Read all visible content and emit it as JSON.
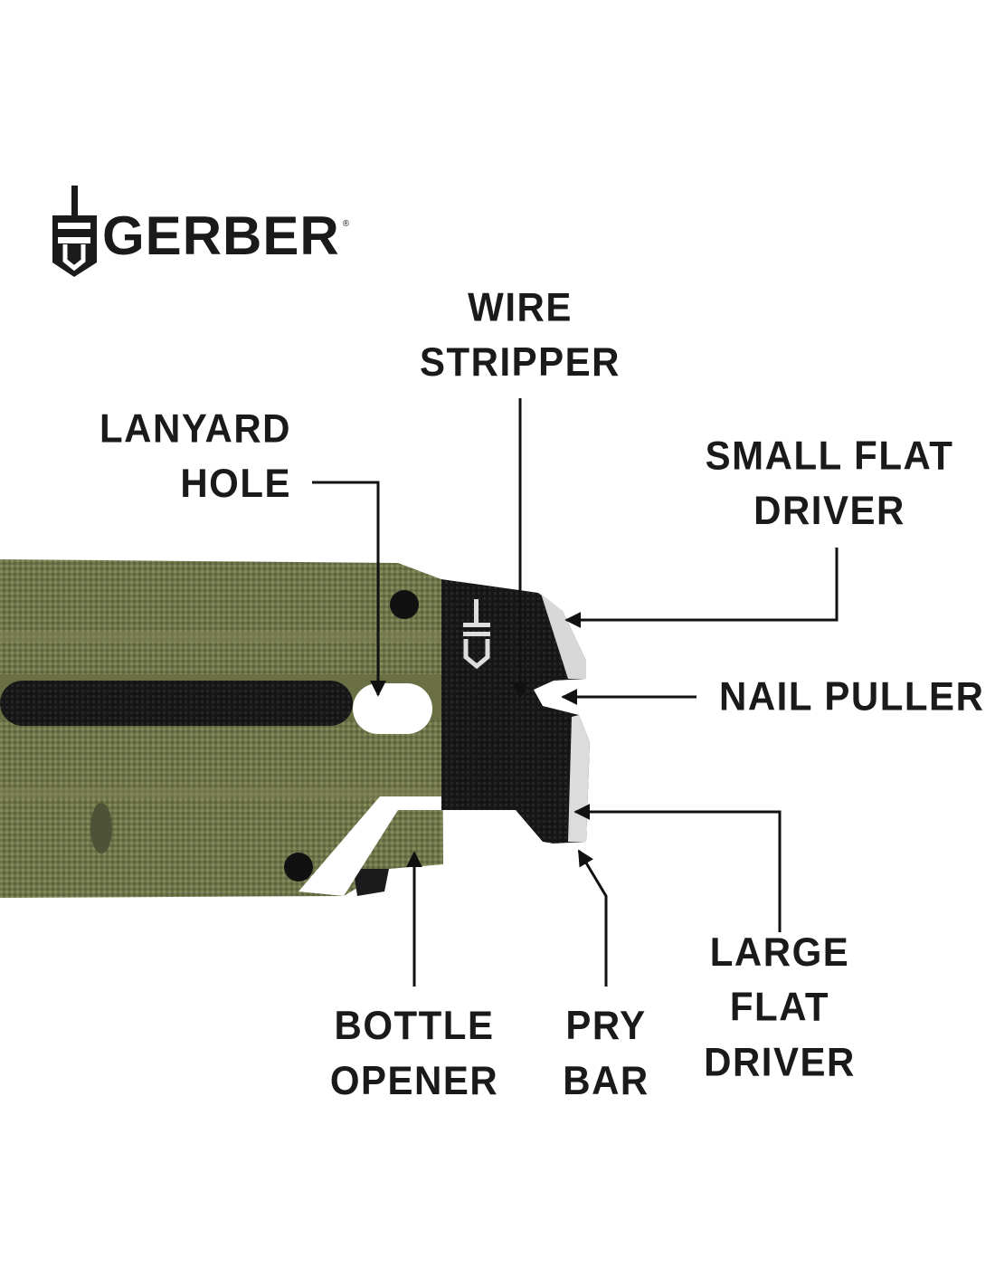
{
  "logo": {
    "text": "GERBER",
    "registered": "®",
    "icon": "gerber-sword-shield-icon"
  },
  "labels": {
    "wire_stripper": [
      "WIRE",
      "STRIPPER"
    ],
    "lanyard_hole": [
      "LANYARD",
      "HOLE"
    ],
    "small_flat_driver": [
      "SMALL FLAT",
      "DRIVER"
    ],
    "nail_puller": [
      "NAIL PULLER"
    ],
    "large_flat_driver": [
      "LARGE",
      "FLAT",
      "DRIVER"
    ],
    "pry_bar": [
      "PRY",
      "BAR"
    ],
    "bottle_opener": [
      "BOTTLE",
      "OPENER"
    ]
  },
  "colors": {
    "handle": "#6f7449",
    "blade": "#1b1b1b",
    "edge": "#d8d8d8",
    "text": "#1a1a1a"
  }
}
